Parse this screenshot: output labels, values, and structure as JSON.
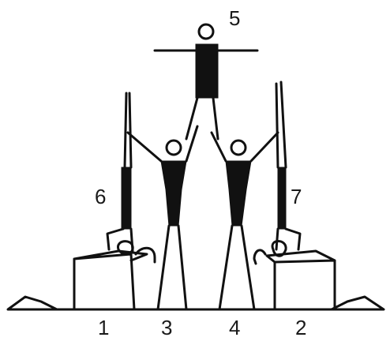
{
  "figure_labels": {
    "top": "5",
    "left_handstand": "6",
    "right_handstand": "7",
    "base_far_left": "1",
    "base_center_left": "3",
    "base_center_right": "4",
    "base_far_right": "2"
  },
  "colors": {
    "ink": "#111111",
    "background": "#ffffff"
  }
}
